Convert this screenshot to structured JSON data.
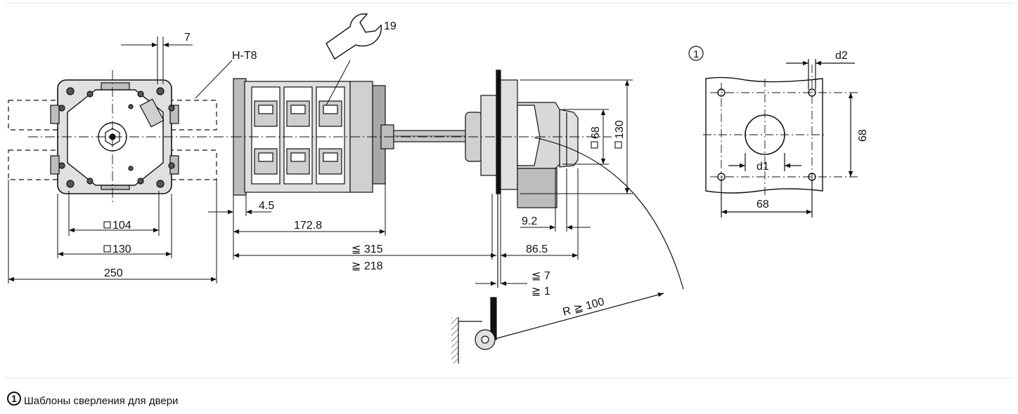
{
  "dimensions": {
    "w7": "7",
    "ht8": "H-T8",
    "wrench": "19",
    "sq104": "104",
    "sq130_front": "130",
    "w250": "250",
    "d45": "4.5",
    "d1728": "172.8",
    "le315": "≦ 315",
    "ge218": "≧ 218",
    "sq68_side": "68",
    "sq130_side": "130",
    "d92": "9.2",
    "d865": "86.5",
    "le7": "≦ 7",
    "ge1": "≧ 1",
    "radius": "R ≧ 100"
  },
  "template": {
    "marker": "1",
    "d2": "d2",
    "d1": "d1",
    "h68": "68",
    "w68": "68"
  },
  "caption": {
    "marker": "1",
    "text": "Шаблоны сверления для двери"
  },
  "colors": {
    "line": "#111111",
    "fill": "#d9d9d9",
    "fill_dark": "#a6a6a6"
  }
}
